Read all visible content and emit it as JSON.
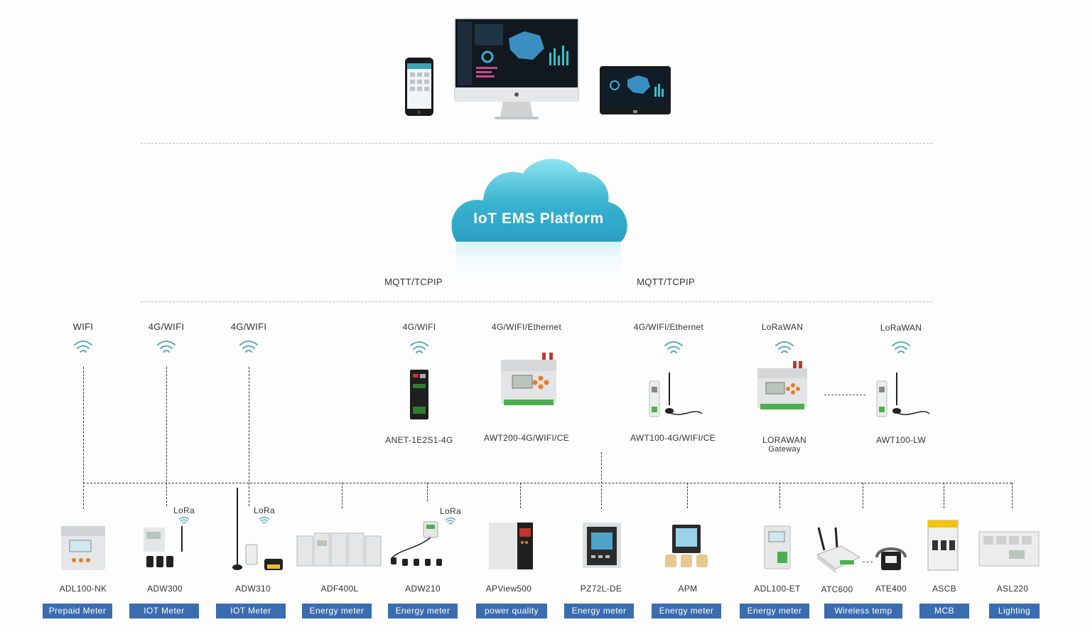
{
  "platform": {
    "title": "IoT EMS Platform"
  },
  "links": {
    "left": "MQTT/TCPIP",
    "right": "MQTT/TCPIP"
  },
  "top_protocols": {
    "p1": "WIFI",
    "p2": "4G/WIFI",
    "p3": "4G/WIFI",
    "p4": "4G/WIFI",
    "p5": "4G/WIFI/Ethernet",
    "p6": "4G/WIFI/Ethernet",
    "p7": "LoRaWAN",
    "p8": "LoRaWAN"
  },
  "gateways": {
    "g1": "ANET-1E2S1-4G",
    "g2": "AWT200-4G/WIFI/CE",
    "g3": "AWT100-4G/WIFI/CE",
    "g4a": "LORAWAN",
    "g4b": "Gateway",
    "g5": "AWT100-LW"
  },
  "lora_tags": {
    "t1": "LoRa",
    "t2": "LoRa",
    "t3": "LoRa"
  },
  "devices": [
    {
      "model": "ADL100-NK",
      "category": "Prepaid Meter"
    },
    {
      "model": "ADW300",
      "category": "IOT Meter"
    },
    {
      "model": "ADW310",
      "category": "IOT Meter"
    },
    {
      "model": "ADF400L",
      "category": "Energy meter"
    },
    {
      "model": "ADW210",
      "category": "Energy meter"
    },
    {
      "model": "APView500",
      "category": "power quality"
    },
    {
      "model": "PZ72L-DE",
      "category": "Energy meter"
    },
    {
      "model": "APM",
      "category": "Energy meter"
    },
    {
      "model": "ADL100-ET",
      "category": "Energy meter"
    },
    {
      "model": "ATC600",
      "category": "Wireless temp"
    },
    {
      "model": "ATE400",
      "category": ""
    },
    {
      "model": "ASCB",
      "category": "MCB"
    },
    {
      "model": "ASL220",
      "category": "Lighting"
    }
  ],
  "colors": {
    "category_bg": "#3a6cb0",
    "cloud": "#3fb3cf",
    "wifi": "#5aa9b8"
  }
}
